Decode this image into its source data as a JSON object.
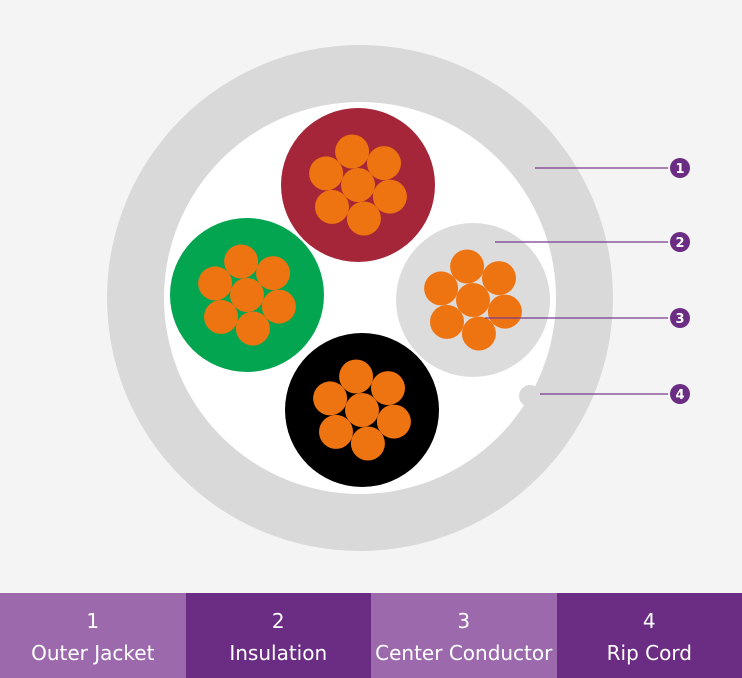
{
  "colors": {
    "background": "#f4f4f4",
    "jacket": "#d8d9d8",
    "interior": "#ffffff",
    "leader_line": "#7a3a8e",
    "marker": "#6b2d83",
    "legend_light": "#9c6aac",
    "legend_dark": "#6b2d83",
    "conductor_strand": "#ee7411"
  },
  "conductors": [
    {
      "name": "red-insulated-conductor",
      "insulation_color": "#a52638"
    },
    {
      "name": "green-insulated-conductor",
      "insulation_color": "#03a550"
    },
    {
      "name": "grey-insulated-conductor",
      "insulation_color": "#dcdcdc"
    },
    {
      "name": "black-insulated-conductor",
      "insulation_color": "#000000"
    }
  ],
  "markers": [
    {
      "number": "1"
    },
    {
      "number": "2"
    },
    {
      "number": "3"
    },
    {
      "number": "4"
    }
  ],
  "legend": [
    {
      "number": "1",
      "label": "Outer Jacket"
    },
    {
      "number": "2",
      "label": "Insulation"
    },
    {
      "number": "3",
      "label": "Center Conductor"
    },
    {
      "number": "4",
      "label": "Rip Cord"
    }
  ]
}
